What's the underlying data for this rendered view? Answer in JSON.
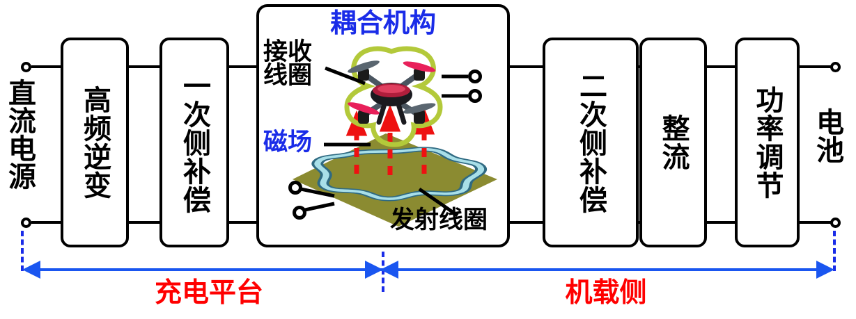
{
  "diagram": {
    "title_visible": false,
    "colors": {
      "wire": "#000000",
      "accent_blue": "#1a2ce8",
      "span_blue": "#1a56f0",
      "span_label_red": "#ff0000",
      "pad_olive": "#8b8b31",
      "tx_coil_light": "#a8dfe8",
      "tx_coil_dark": "#2f6a82",
      "rx_coil_green": "#b3c93a",
      "field_arrow_red": "#ee1111"
    }
  },
  "left_terminal_label": "直流电源",
  "right_terminal_label": "电池",
  "blocks": [
    {
      "id": "hf-inverter",
      "label": "高频逆变",
      "columns": 1
    },
    {
      "id": "primary-comp",
      "label": "一次侧补偿",
      "columns": 2
    },
    {
      "id": "secondary-comp",
      "label": "二次侧补偿",
      "columns": 2
    },
    {
      "id": "rectifier",
      "label": "整流",
      "columns": 1
    },
    {
      "id": "power-regulation",
      "label": "功率调节",
      "columns": 2
    }
  ],
  "coupler": {
    "title": "耦合机构",
    "receiver_coil_label": "接收\n线圈",
    "magnetic_field_label": "磁场",
    "transmitter_coil_label": "发射线圈"
  },
  "spans": [
    {
      "id": "charging-platform",
      "label": "充电平台"
    },
    {
      "id": "onboard-side",
      "label": "机载侧"
    }
  ]
}
